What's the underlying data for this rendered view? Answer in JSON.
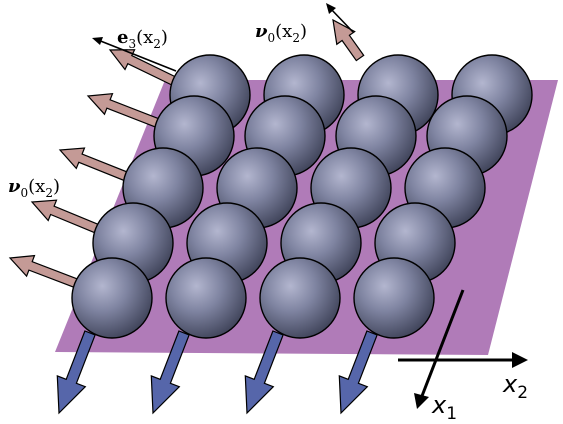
{
  "colors": {
    "background": "#ffffff",
    "plane_fill": "#b07bb8",
    "sphere_highlight": "#b3b6cf",
    "sphere_mid": "#7f84a1",
    "sphere_shadow": "#3e4258",
    "arrow_pink": "#c49a96",
    "arrow_blue": "#5666aa",
    "outline": "#000000"
  },
  "labels": {
    "e3": {
      "symbol": "e",
      "subscript": "3",
      "arg": "(x",
      "arg_sub": "2",
      "close": ")"
    },
    "nu_top": {
      "symbol": "ν",
      "subscript": "0",
      "arg": "(x",
      "arg_sub": "2",
      "close": ")"
    },
    "nu_left": {
      "symbol": "ν",
      "subscript": "0",
      "arg": "(x",
      "arg_sub": "2",
      "close": ")"
    }
  },
  "axes": {
    "x1": {
      "name": "x",
      "subscript": "1"
    },
    "x2": {
      "name": "x",
      "subscript": "2"
    }
  },
  "lattice": {
    "rows": 5,
    "columns": 4
  }
}
